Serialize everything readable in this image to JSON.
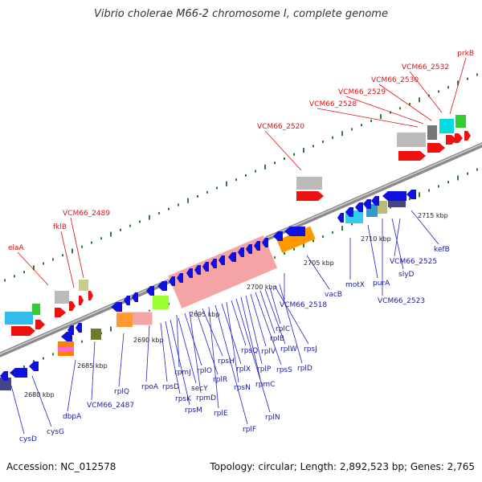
{
  "title": "Vibrio cholerae M66-2 chromosome I, complete genome",
  "footer": {
    "accession": "Accession: NC_012578",
    "summary": "Topology: circular; Length: 2,892,523 bp; Genes: 2,765"
  },
  "colors": {
    "backbone": "#888888",
    "tick": "#2e7d32",
    "forward_cds": "#ee1111",
    "reverse_cds": "#1111dd",
    "label_red": "#dd1111",
    "label_blue": "#1a1aaa",
    "rrna_block": "#f4a4a4",
    "pseudo": "#bbbbbb"
  },
  "axis": {
    "unit": "kbp",
    "ticks": [
      {
        "kbp": 2680,
        "label": "2680 kbp"
      },
      {
        "kbp": 2685,
        "label": "2685 kbp"
      },
      {
        "kbp": 2690,
        "label": "2690 kbp"
      },
      {
        "kbp": 2695,
        "label": "2695 kbp"
      },
      {
        "kbp": 2700,
        "label": "2700 kbp"
      },
      {
        "kbp": 2705,
        "label": "2705 kbp"
      },
      {
        "kbp": 2710,
        "label": "2710 kbp"
      },
      {
        "kbp": 2715,
        "label": "2715 kbp"
      }
    ]
  },
  "red_labels": [
    "elaA",
    "fklB",
    "VCM66_2489",
    "VCM66_2520",
    "VCM66_2528",
    "VCM66_2529",
    "VCM66_2530",
    "VCM66_2532",
    "prkB"
  ],
  "blue_labels": [
    "cysD",
    "cysG",
    "dbpA",
    "VCM66_2487",
    "rplQ",
    "rpoA",
    "rpsD",
    "rpsK",
    "rpsM",
    "secY",
    "rpmJ",
    "rplO",
    "rpmD",
    "rplR",
    "rpsH",
    "rplE",
    "rplF",
    "rplX",
    "rpsN",
    "rpsQ",
    "rplN",
    "rpmC",
    "rplP",
    "rplV",
    "rpsS",
    "rplB",
    "rplW",
    "rplC",
    "rpsJ",
    "rplD",
    "VCM66_2518",
    "vacB",
    "motX",
    "purA",
    "VCM66_2523",
    "VCM66_2525",
    "slyD",
    "kefB"
  ]
}
